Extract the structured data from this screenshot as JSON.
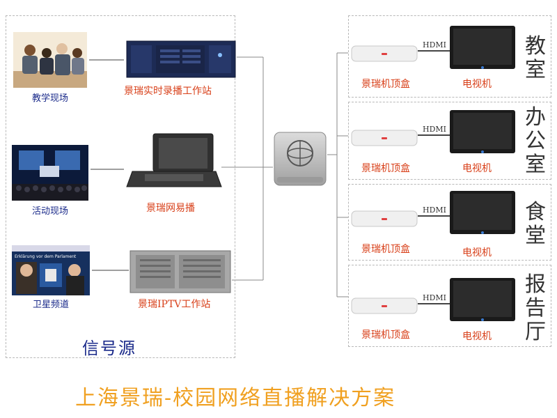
{
  "sources": [
    {
      "label": "教学现场",
      "device": "景瑞实时录播工作站"
    },
    {
      "label": "活动现场",
      "device": "景瑞网易播"
    },
    {
      "label": "卫星频道",
      "device": "景瑞IPTV工作站"
    }
  ],
  "signal_source_title": "信号源",
  "rooms": [
    {
      "name": "教室",
      "chars": [
        "教",
        "室"
      ],
      "stb_label": "景瑞机顶盒",
      "tv_label": "电视机",
      "cable": "HDMI"
    },
    {
      "name": "办公室",
      "chars": [
        "办",
        "公",
        "室"
      ],
      "stb_label": "景瑞机顶盒",
      "tv_label": "电视机",
      "cable": "HDMI"
    },
    {
      "name": "食堂",
      "chars": [
        "食",
        "堂"
      ],
      "stb_label": "景瑞机顶盒",
      "tv_label": "电视机",
      "cable": "HDMI"
    },
    {
      "name": "报告厅",
      "chars": [
        "报",
        "告",
        "厅"
      ],
      "stb_label": "景瑞机顶盒",
      "tv_label": "电视机",
      "cable": "HDMI"
    }
  ],
  "satellite_screen_text": "Erklärung vor dem Parlament",
  "main_title": "上海景瑞-校园网络直播解决方案",
  "colors": {
    "source_blue": "#1a2a8a",
    "device_red": "#d8401a",
    "title_orange": "#f0a020"
  }
}
